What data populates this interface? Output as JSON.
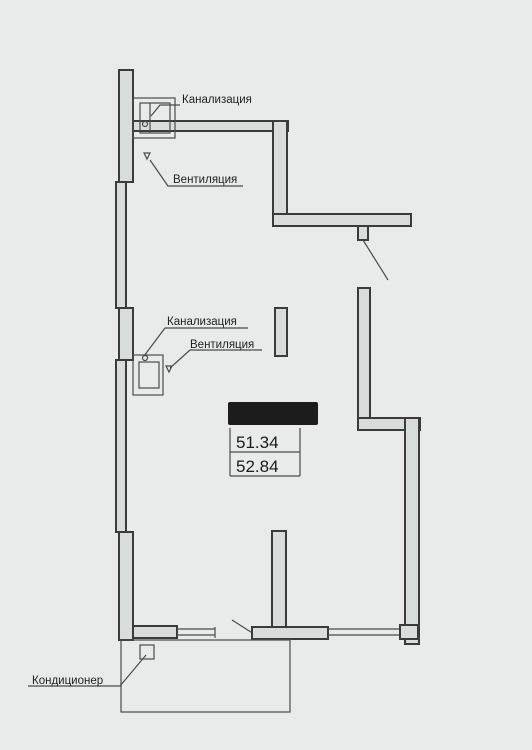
{
  "labels": {
    "sewer_top": "Канализация",
    "vent_top": "Вентиляция",
    "sewer_mid": "Канализация",
    "vent_mid": "Вентиляция",
    "aircon": "Кондиционер"
  },
  "area": {
    "redacted_label": "",
    "value_1": "51.34",
    "value_2": "52.84"
  }
}
